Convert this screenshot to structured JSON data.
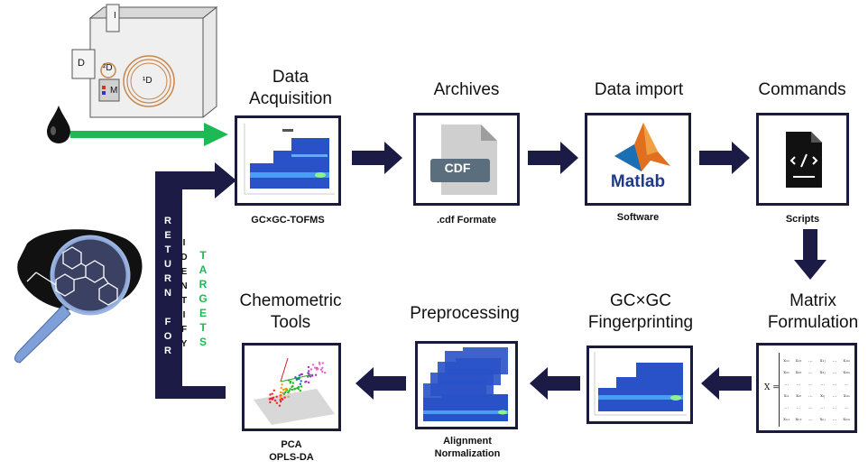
{
  "steps": {
    "acquisition": {
      "title_1": "Data",
      "title_2": "Acquisition",
      "caption": "GC×GC-TOFMS"
    },
    "archives": {
      "title": "Archives",
      "caption": ".cdf Formate",
      "file_label": "CDF"
    },
    "import": {
      "title": "Data import",
      "caption": "Software",
      "logo_text": "Matlab"
    },
    "commands": {
      "title": "Commands",
      "caption": "Scripts"
    },
    "matrix": {
      "title_1": "Matrix",
      "title_2": "Formulation",
      "x_label": "X ="
    },
    "fingerprinting": {
      "title_1": "GC×GC",
      "title_2": "Fingerprinting"
    },
    "preprocessing": {
      "title": "Preprocessing",
      "caption_1": "Alignment",
      "caption_2": "Normalization"
    },
    "chemometric": {
      "title_1": "Chemometric",
      "title_2": "Tools",
      "caption_1": "PCA",
      "caption_2": "OPLS-DA"
    }
  },
  "instrument": {
    "label_d": "D",
    "label_i": "I",
    "label_1d": "¹D",
    "label_2d": "²D",
    "label_m": "M"
  },
  "return_text": [
    "R",
    "E",
    "T",
    "U",
    "R",
    "N",
    "",
    "F",
    "O",
    "R"
  ],
  "identify_text": [
    "I",
    "D",
    "E",
    "N",
    "T",
    "I",
    "F",
    "Y"
  ],
  "targets_text": [
    "T",
    "A",
    "R",
    "G",
    "E",
    "T",
    "S"
  ],
  "colors": {
    "arrow": "#1b1b45",
    "green_arrow": "#1db954",
    "targets": "#1db954",
    "box_border": "#1a1a3a",
    "plot_blue": "#2a52c8"
  },
  "matrix_cells": [
    [
      "x₁₁",
      "x₁₂",
      "...",
      "x₁ⱼ",
      "...",
      "x₁ₘ"
    ],
    [
      "x₂₁",
      "x₂₂",
      "...",
      "x₂ⱼ",
      "...",
      "x₂ₘ"
    ],
    [
      "...",
      "...",
      "...",
      "...",
      "...",
      "..."
    ],
    [
      "xᵢ₁",
      "xᵢ₂",
      "...",
      "xᵢⱼ",
      "...",
      "xᵢₘ"
    ],
    [
      "...",
      "...",
      "...",
      "...",
      "...",
      "..."
    ],
    [
      "xₙ₁",
      "xₙ₂",
      "...",
      "xₙⱼ",
      "...",
      "xₙₘ"
    ]
  ]
}
